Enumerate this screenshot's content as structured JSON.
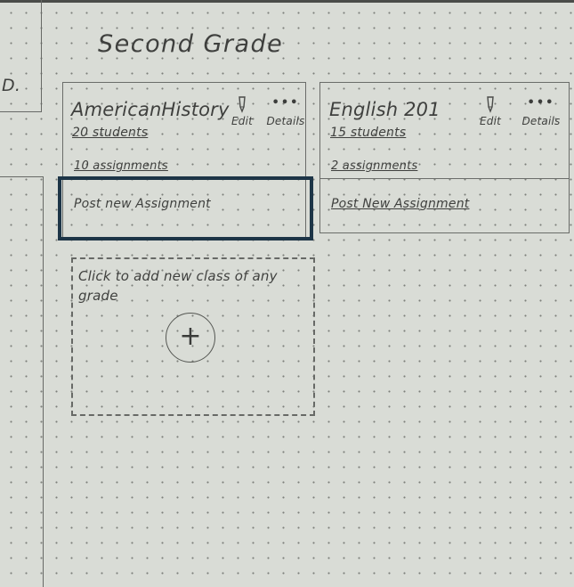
{
  "page": {
    "cut_label": "D.",
    "grade_title": "Second Grade"
  },
  "classes": [
    {
      "title": "AmericanHistory",
      "students": "20 students",
      "assignments": "10 assignments",
      "edit_label": "Edit",
      "details_label": "Details",
      "details_icon": "•••",
      "post_label": "Post new Assignment"
    },
    {
      "title": "English 201",
      "students": "15 students",
      "assignments": "2 assignments",
      "edit_label": "Edit",
      "details_label": "Details",
      "details_icon": "•••",
      "post_label": "Post New Assignment"
    }
  ],
  "add_class": {
    "text": "Click to add new class of any grade",
    "icon": "+"
  },
  "colors": {
    "paper": "#d9dcd6",
    "pencil": "#3f403e",
    "highlight": "#1d3547"
  }
}
